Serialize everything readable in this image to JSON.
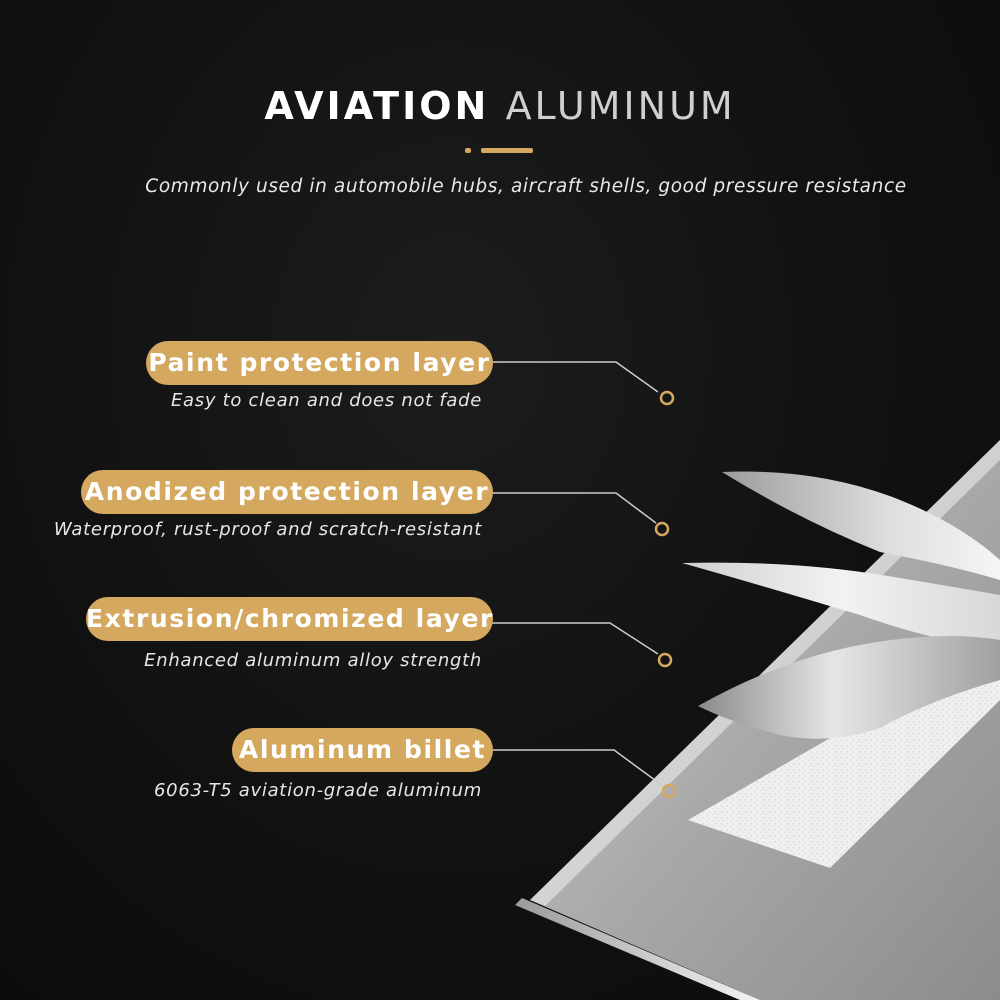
{
  "header": {
    "title_word1": "AVIATION",
    "title_word2": "ALUMINUM",
    "subtitle": "Commonly used in automobile hubs, aircraft shells, good pressure resistance"
  },
  "layers": [
    {
      "label": "Paint protection layer",
      "description": "Easy to clean and does not fade"
    },
    {
      "label": "Anodized protection layer",
      "description": "Waterproof, rust-proof and scratch-resistant"
    },
    {
      "label": "Extrusion/chromized layer",
      "description": "Enhanced aluminum alloy strength"
    },
    {
      "label": "Aluminum billet",
      "description": "6063-T5 aviation-grade aluminum"
    }
  ],
  "colors": {
    "accent_gold": "#d4a85f",
    "background": "#111111",
    "text": "#ffffff"
  }
}
